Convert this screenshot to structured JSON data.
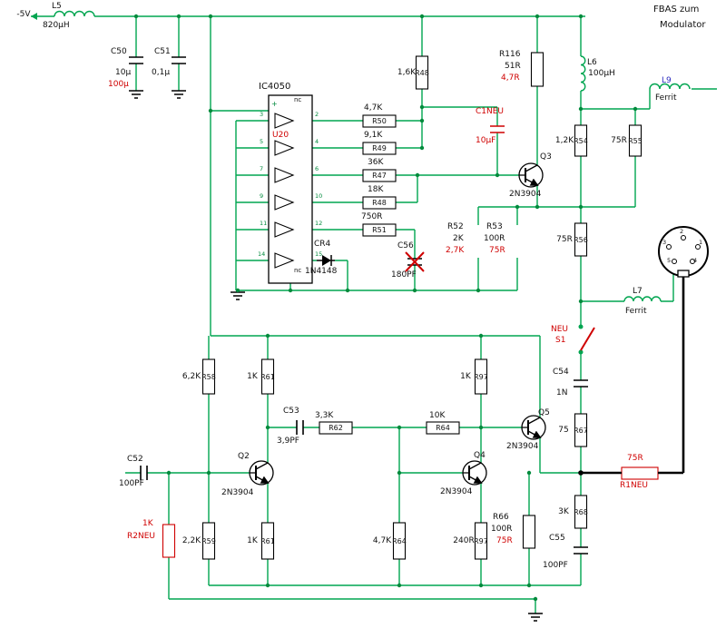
{
  "power": {
    "rail_label": "-5V"
  },
  "output": {
    "line1": "FBAS zum",
    "line2": "Modulator"
  },
  "colors": {
    "wire": "#00a550",
    "modification_red": "#cf0000",
    "l9_blue": "#2b2bbf"
  },
  "ic": {
    "name": "IC4050",
    "ref": "U20",
    "plus": "+",
    "nc_top": "nc",
    "nc_bottom": "nc",
    "pins_left": [
      "3",
      "5",
      "7",
      "9",
      "11",
      "14"
    ],
    "pins_right": [
      "2",
      "4",
      "6",
      "10",
      "12",
      "15"
    ]
  },
  "inductors": {
    "l5": {
      "ref": "L5",
      "value": "820µH"
    },
    "l6": {
      "ref": "L6",
      "value": "100µH"
    },
    "l7": {
      "ref": "L7",
      "value": "Ferrit"
    },
    "l9": {
      "ref": "L9",
      "value": "Ferrit"
    }
  },
  "capacitors": {
    "c50": {
      "ref": "C50",
      "v1": "10µ",
      "v2": "100µ"
    },
    "c51": {
      "ref": "C51",
      "value": "0,1µ"
    },
    "c52": {
      "ref": "C52",
      "value": "100PF"
    },
    "c53": {
      "ref": "C53",
      "value": "3,9PF"
    },
    "c54": {
      "ref": "C54",
      "value": "1N"
    },
    "c55": {
      "ref": "C55",
      "value": "100PF"
    },
    "c56": {
      "ref": "C56",
      "value": "180PF"
    },
    "c1neu": {
      "ref": "C1NEU",
      "value": "10µF"
    }
  },
  "resistors": {
    "r50": {
      "ref": "R50",
      "value": "4,7K"
    },
    "r49": {
      "ref": "R49",
      "value": "9,1K"
    },
    "r47": {
      "ref": "R47",
      "value": "36K"
    },
    "r48b": {
      "ref": "R48",
      "value": "18K"
    },
    "r51": {
      "ref": "R51",
      "value": "750R"
    },
    "r48a": {
      "ref": "R48",
      "value": "1,6K"
    },
    "r116": {
      "ref": "R116",
      "v1": "51R",
      "v2": "4,7R"
    },
    "r54": {
      "ref": "R54",
      "value": "1,2K"
    },
    "r55": {
      "ref": "R55",
      "value": "75R"
    },
    "r52": {
      "ref": "R52",
      "v1": "2K",
      "v2": "2,7K"
    },
    "r53": {
      "ref": "R53",
      "v1": "100R",
      "v2": "75R"
    },
    "r56": {
      "ref": "R56",
      "value": "75R"
    },
    "r67": {
      "ref": "R67",
      "value": "75"
    },
    "r68": {
      "ref": "R68",
      "value": "3K"
    },
    "r66": {
      "ref": "R66",
      "v1": "100R",
      "v2": "75R"
    },
    "r58": {
      "ref": "R58",
      "value": "6,2K"
    },
    "r59": {
      "ref": "R59",
      "value": "2,2K"
    },
    "r61a": {
      "ref": "R61",
      "value": "1K"
    },
    "r61b": {
      "ref": "R61",
      "value": "1K"
    },
    "r62": {
      "ref": "R62",
      "value": "3,3K"
    },
    "r64a": {
      "ref": "R64",
      "value": "10K"
    },
    "r64b": {
      "ref": "R64",
      "value": "4,7K"
    },
    "r97a": {
      "ref": "R97",
      "value": "1K"
    },
    "r97b": {
      "ref": "R97",
      "value": "240R"
    },
    "r1neu": {
      "ref": "R1NEU",
      "value": "75R"
    },
    "r2neu": {
      "ref": "R2NEU",
      "value": "1K"
    }
  },
  "transistors": {
    "q2": {
      "ref": "Q2",
      "type": "2N3904"
    },
    "q3": {
      "ref": "Q3",
      "type": "2N3904"
    },
    "q4": {
      "ref": "Q4",
      "type": "2N3904"
    },
    "q5": {
      "ref": "Q5",
      "type": "2N3904"
    }
  },
  "diodes": {
    "cr4": {
      "ref": "CR4",
      "type": "1N4148"
    }
  },
  "switch": {
    "s1": {
      "neu": "NEU",
      "ref": "S1"
    }
  },
  "connector": {
    "pins": [
      "3",
      "2",
      "1",
      "5",
      "4"
    ]
  }
}
